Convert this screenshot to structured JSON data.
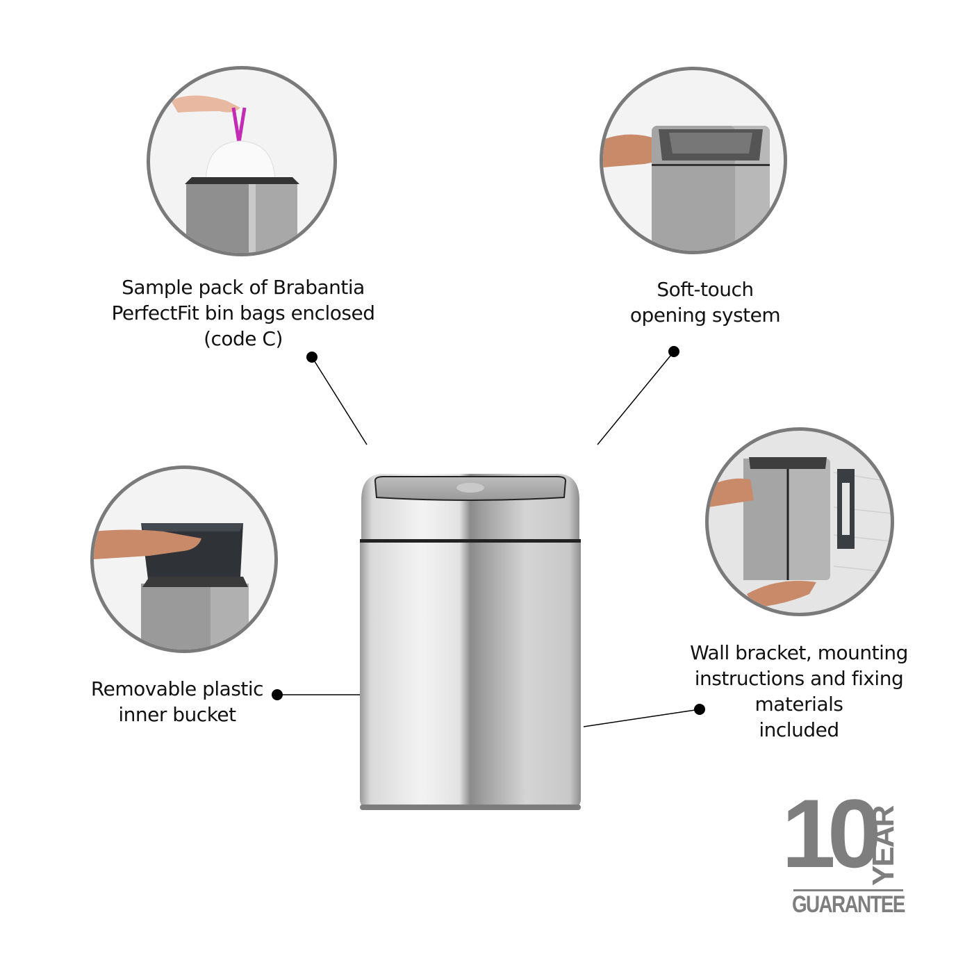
{
  "features": [
    {
      "id": "bin-bags",
      "label_lines": [
        "Sample pack of Brabantia",
        "PerfectFit bin bags enclosed",
        "(code C)"
      ]
    },
    {
      "id": "soft-touch",
      "label_lines": [
        "Soft-touch",
        "opening system"
      ]
    },
    {
      "id": "inner-bucket",
      "label_lines": [
        "Removable plastic",
        "inner bucket"
      ]
    },
    {
      "id": "wall-bracket",
      "label_lines": [
        "Wall bracket, mounting",
        "instructions and fixing materials",
        "included"
      ]
    }
  ],
  "guarantee": {
    "number": "10",
    "unit": "YEAR",
    "word": "GUARANTEE"
  },
  "colors": {
    "circle_border": "#7a7a7a",
    "guarantee_gray": "#7e7e7e",
    "bag_tie": "#c42bb5",
    "steel_light": "#e6e6e6",
    "steel_dark": "#8a8a8a"
  }
}
